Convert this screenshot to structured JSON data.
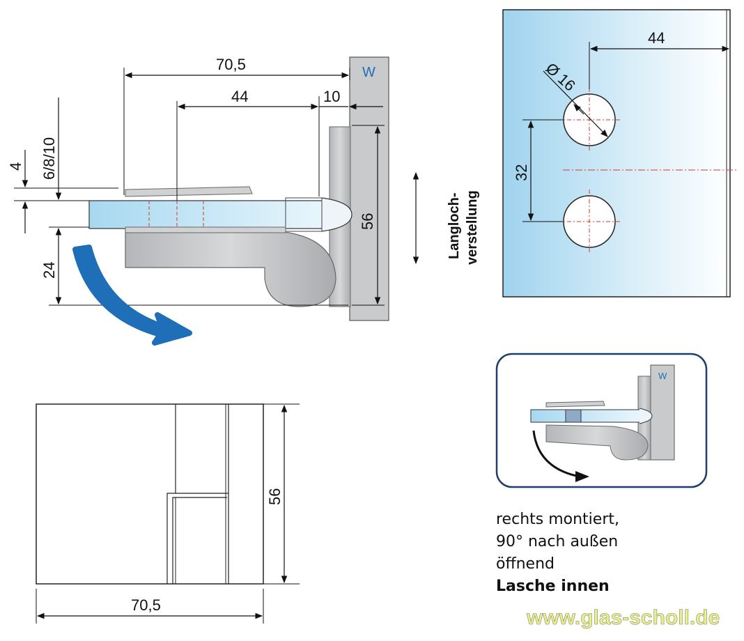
{
  "top_view": {
    "dim_total": "70,5",
    "dim_axis": "44",
    "dim_offset": "10",
    "dim_height": "56",
    "dim_thickness_label": "6/8/10",
    "dim_four": "4",
    "dim_drop": "24",
    "hinge_marker": "W",
    "slot_label_line1": "Langloch-",
    "slot_label_line2": "verstellung"
  },
  "glass_plate": {
    "dim_axis": "44",
    "dim_hole_spacing": "32",
    "dim_hole_diameter": "Ø 16"
  },
  "side_view": {
    "dim_width": "70,5",
    "dim_height": "56"
  },
  "inset": {
    "hinge_marker": "W",
    "caption_line1": "rechts montiert,",
    "caption_line2": "90° nach außen",
    "caption_line3": "öffnend",
    "caption_line4": "Lasche innen"
  },
  "watermark": "www.glas-scholl.de",
  "colors": {
    "glass_blue": "#9fd3ee",
    "steel": "#c9cbce",
    "steel_dark": "#a8aaad",
    "arrow_blue": "#1f6fb8",
    "red_axis": "#d23a2a",
    "frame_border": "#1f3f6b"
  }
}
